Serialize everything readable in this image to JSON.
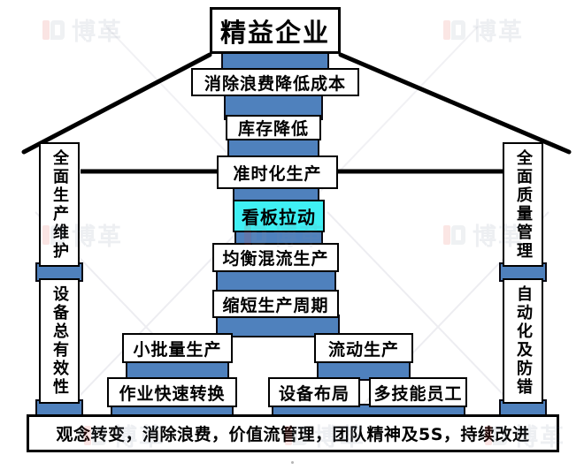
{
  "brand": {
    "watermark_text": "博革"
  },
  "house": {
    "title": "精益企业",
    "center_stack": [
      {
        "label": "消除浪费降低成本"
      },
      {
        "label": "库存降低"
      },
      {
        "label": "准时化生产"
      },
      {
        "label": "看板拉动",
        "highlight": true
      },
      {
        "label": "均衡混流生产"
      },
      {
        "label": "缩短生产周期"
      }
    ],
    "middle_row": [
      {
        "label": "小批量生产"
      },
      {
        "label": "流动生产"
      }
    ],
    "lower_row": [
      {
        "label": "作业快速转换"
      },
      {
        "label": "设备布局"
      },
      {
        "label": "多技能员工"
      }
    ],
    "left_pillar": {
      "top": "全面生产维护",
      "bottom": "设备总有效性"
    },
    "right_pillar": {
      "top": "全面质量管理",
      "bottom": "自动化及防错"
    },
    "foundation": "观念转变，消除浪费，价值流管理，团队精神及5S，持续改进"
  },
  "colors": {
    "connector_blue": "#4F81BD",
    "highlight_cyan": "#3FF0F4",
    "line_black": "#000000"
  }
}
